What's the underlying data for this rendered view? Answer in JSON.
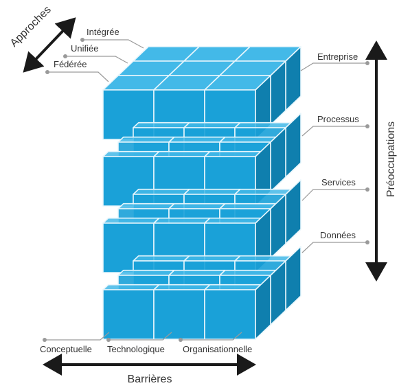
{
  "colors": {
    "cube_front": "#1aa1d8",
    "cube_top": "#43b9e8",
    "cube_side": "#0f7fae",
    "edge": "#e8f6fc",
    "leader": "#9a9a9a",
    "arrow": "#1a1a1a",
    "text": "#333333"
  },
  "axes": {
    "approches": {
      "title": "Approches",
      "levels": [
        "Intégrée",
        "Unifiée",
        "Fédérée"
      ]
    },
    "preoccupations": {
      "title": "Préoccupations",
      "levels": [
        "Entreprise",
        "Processus",
        "Services",
        "Données"
      ]
    },
    "barrieres": {
      "title": "Barrières",
      "levels": [
        "Conceptuelle",
        "Technologique",
        "Organisationnelle"
      ]
    }
  }
}
